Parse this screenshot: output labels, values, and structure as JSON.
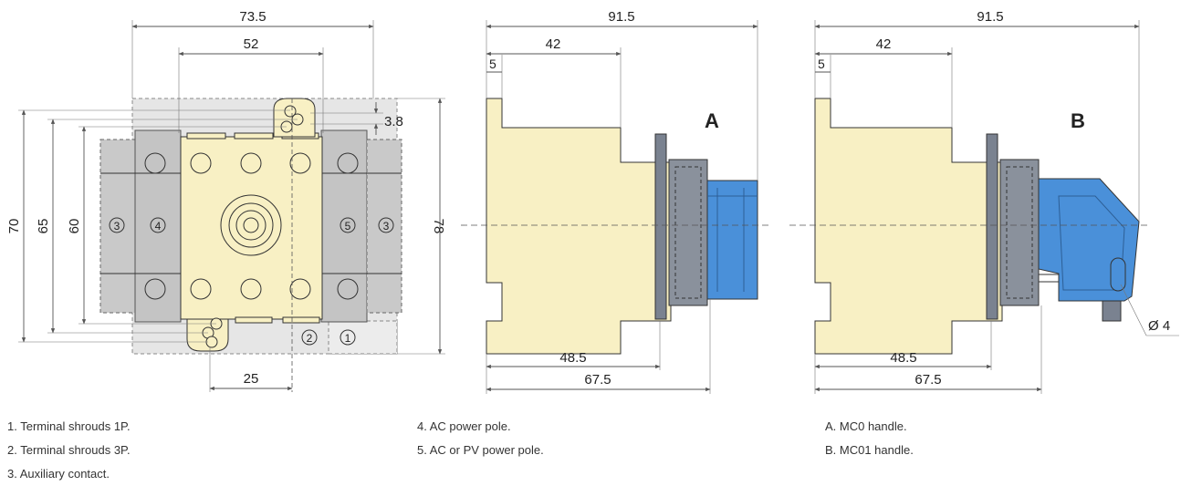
{
  "colors": {
    "body_cream": "#f8f0c4",
    "shroud_gray": "#cfcfcf",
    "handle_blue": "#4a90d9",
    "plate_gray": "#7a8290"
  },
  "front_view": {
    "dim_73_5": "73.5",
    "dim_52": "52",
    "dim_3_8": "3.8",
    "dim_70": "70",
    "dim_65": "65",
    "dim_60": "60",
    "dim_78": "78",
    "dim_25": "25",
    "marker_3": "3",
    "marker_4": "4",
    "marker_5": "5",
    "marker_2": "2",
    "marker_1": "1"
  },
  "side_view_a": {
    "letter": "A",
    "dim_91_5": "91.5",
    "dim_42": "42",
    "dim_5": "5",
    "dim_48_5": "48.5",
    "dim_67_5": "67.5"
  },
  "side_view_b": {
    "letter": "B",
    "dim_91_5": "91.5",
    "dim_42": "42",
    "dim_5": "5",
    "dim_48_5": "48.5",
    "dim_67_5": "67.5",
    "dim_dia": "Ø 4"
  },
  "legend": {
    "col1": [
      "1. Terminal shrouds 1P.",
      "2. Terminal shrouds 3P.",
      "3. Auxiliary contact."
    ],
    "col2": [
      "4. AC power pole.",
      "5. AC or PV power pole."
    ],
    "col3": [
      "A. MC0 handle.",
      "B. MC01 handle."
    ]
  }
}
